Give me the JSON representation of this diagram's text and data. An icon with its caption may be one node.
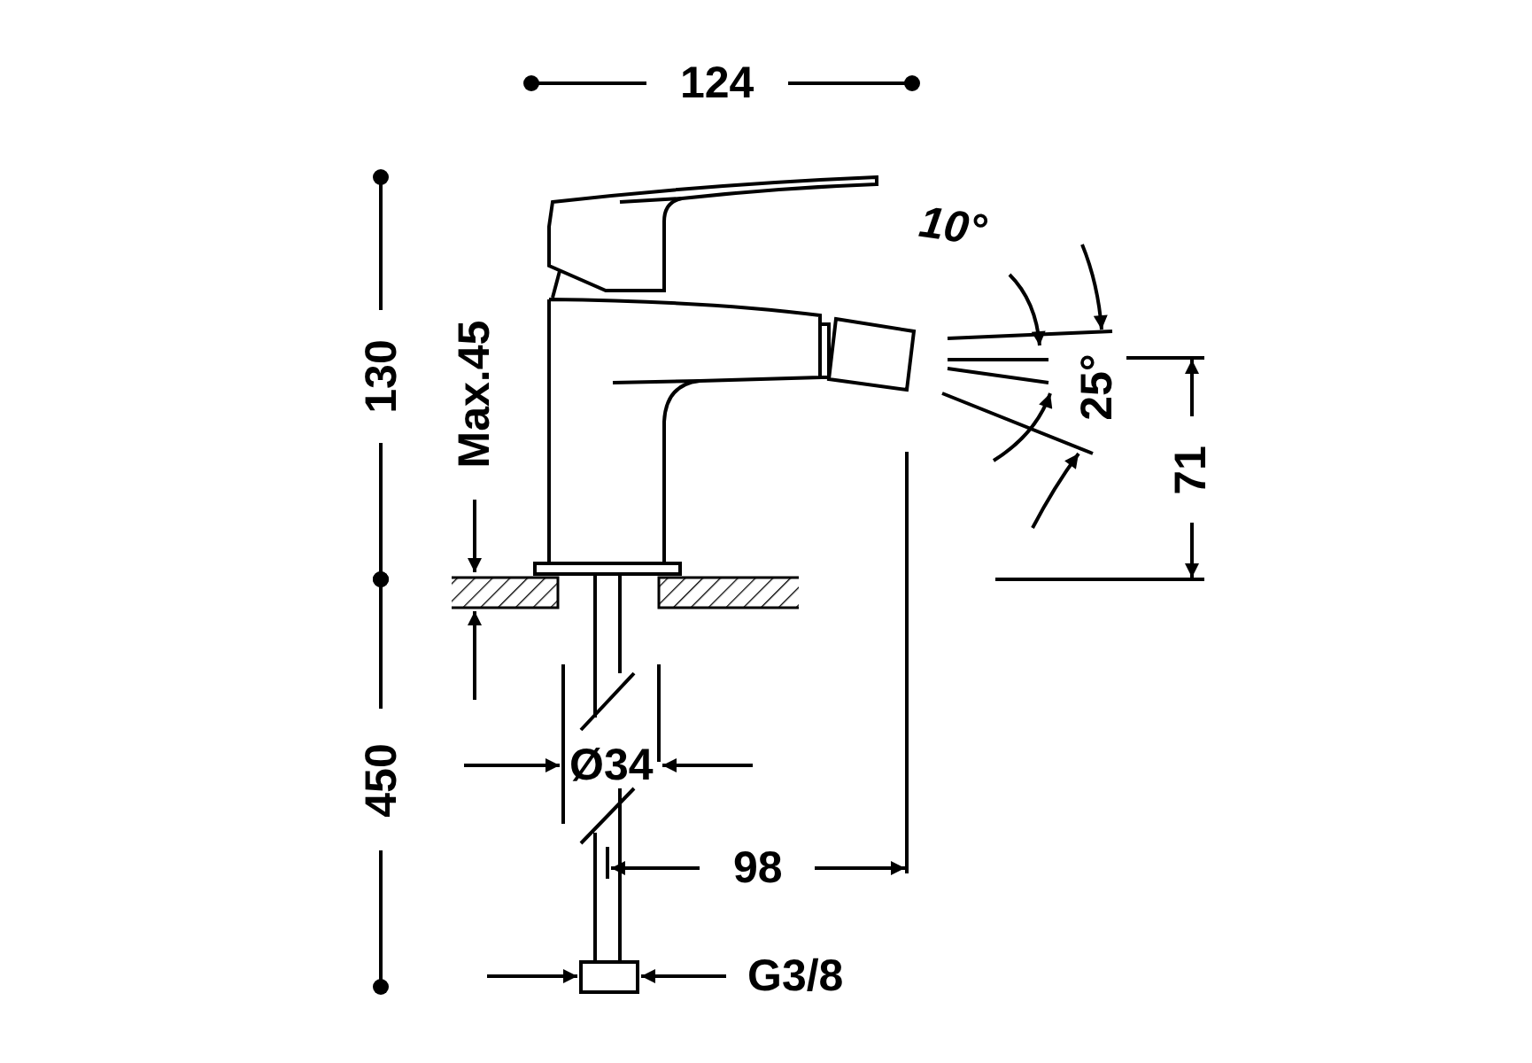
{
  "diagram": {
    "labels": [
      "124",
      "10°",
      "130",
      "Max.45",
      "25°",
      "71",
      "Ø34",
      "98",
      "450",
      "G3/8"
    ]
  }
}
